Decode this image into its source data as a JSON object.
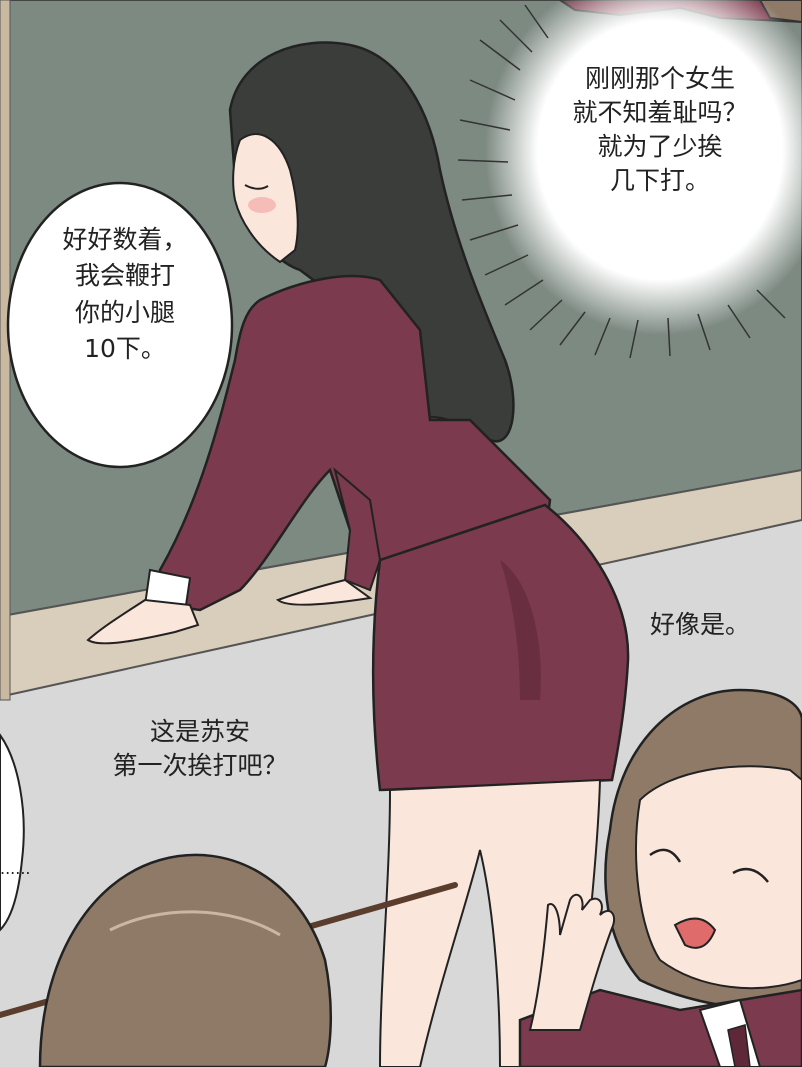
{
  "panel": {
    "speech_inner_thought": "刚刚那个女生\n就不知羞耻吗？\n就为了少挨\n几下打。",
    "speech_teacher": "好好数着，\n我会鞭打\n你的小腿\n10下。",
    "speech_student_right": "好像是。",
    "speech_student_left": "这是苏安\n第一次挨打吧？",
    "speech_offscreen_dots": "......"
  },
  "colors": {
    "blackboard": "#7d8a82",
    "wall": "#d7d7d7",
    "chalk_ledge": "#d9cdbb",
    "uniform": "#7b3a4d",
    "uniform_shadow": "#5e2838",
    "hair_black": "#3b3d3b",
    "hair_brown": "#8f7a68",
    "skin": "#fbe6dc",
    "cane": "#5a3d2c"
  }
}
